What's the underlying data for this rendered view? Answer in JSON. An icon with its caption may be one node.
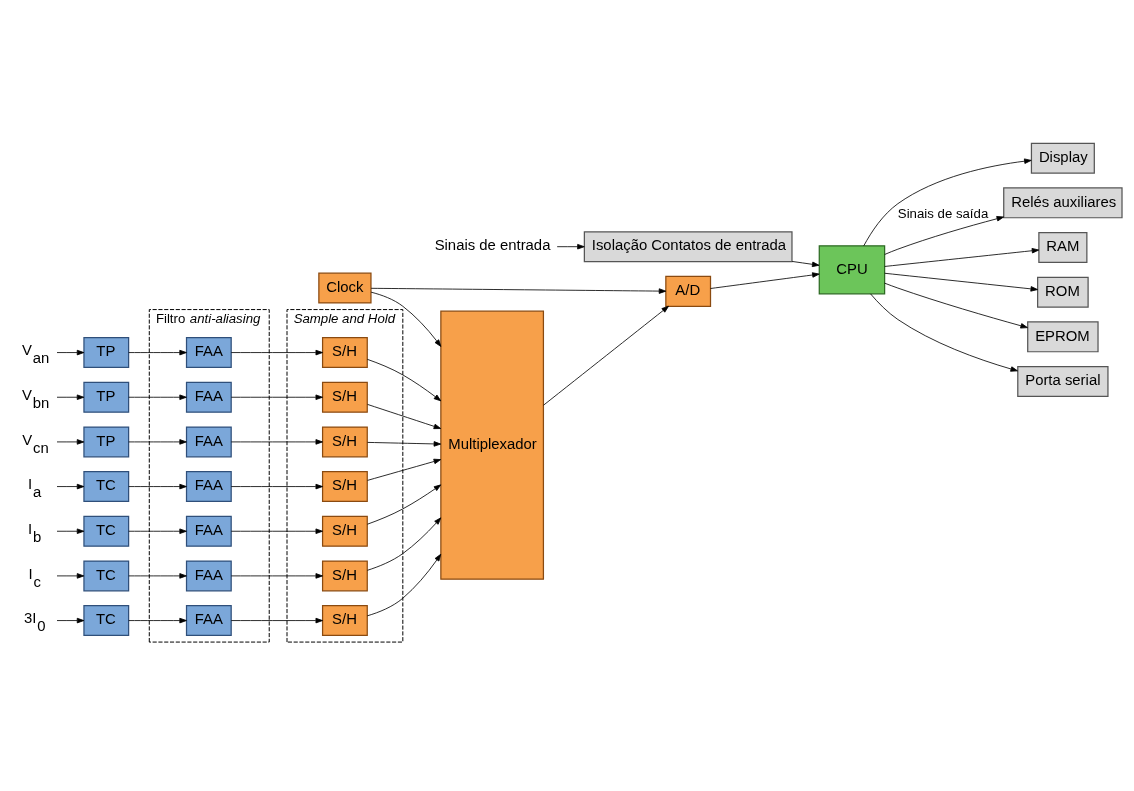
{
  "diagram": {
    "nodes": [
      {
        "text": [
          "Filtro *anti-aliasing*"
        ]
      },
      {
        "text": [
          "Sample and Hold"
        ]
      },
      {
        "text": [
          "V$_{an}$"
        ]
      },
      {
        "text": [
          "V$_{bn}$"
        ]
      },
      {
        "text": [
          "V$_{cn}$"
        ]
      },
      {
        "text": [
          "I$_{a}$"
        ]
      },
      {
        "text": [
          "I$_{b}$"
        ]
      },
      {
        "text": [
          "I$_{c}$"
        ]
      },
      {
        "text": [
          "3I$_{0}$"
        ]
      },
      {
        "text": [
          "TP"
        ]
      },
      {
        "text": [
          "TP"
        ]
      },
      {
        "text": [
          "TP"
        ]
      },
      {
        "text": [
          "TC"
        ]
      },
      {
        "text": [
          "TC"
        ]
      },
      {
        "text": [
          "TC"
        ]
      },
      {
        "text": [
          "TC"
        ]
      },
      {
        "text": [
          "FAA"
        ],
        "in": 0
      },
      {
        "text": [
          "FAA"
        ],
        "in": 0
      },
      {
        "text": [
          "FAA"
        ],
        "in": 0
      },
      {
        "text": [
          "FAA"
        ],
        "in": 0
      },
      {
        "text": [
          "FAA"
        ],
        "in": 0
      },
      {
        "text": [
          "FAA"
        ],
        "in": 0
      },
      {
        "text": [
          "FAA"
        ],
        "in": 0
      },
      {
        "text": [
          "S/H"
        ],
        "in": 1
      },
      {
        "text": [
          "S/H"
        ],
        "in": 1
      },
      {
        "text": [
          "S/H"
        ],
        "in": 1
      },
      {
        "text": [
          "S/H"
        ],
        "in": 1
      },
      {
        "text": [
          "S/H"
        ],
        "in": 1
      },
      {
        "text": [
          "S/H"
        ],
        "in": 1
      },
      {
        "text": [
          "S/H"
        ],
        "in": 1
      },
      {
        "text": [
          "Multiplexador"
        ]
      },
      {
        "text": [
          "Clock"
        ]
      },
      {
        "text": [
          "A/D"
        ]
      },
      {
        "text": [
          "Display"
        ]
      },
      {
        "text": [
          "CPU"
        ]
      },
      {
        "text": [
          "Relés auxiliares"
        ]
      },
      {
        "text": [
          "RAM"
        ]
      },
      {
        "text": [
          "ROM"
        ]
      },
      {
        "text": [
          "EPROM"
        ]
      },
      {
        "text": [
          "Isolação Contatos de entrada"
        ]
      },
      {
        "text": [
          "Sinais de entrada"
        ]
      },
      {
        "text": [
          "Porta serial"
        ]
      }
    ],
    "edges": [
      {
        "from": 2,
        "to": 9,
        "arrow": "to"
      },
      {
        "from": 3,
        "to": 10,
        "arrow": "to"
      },
      {
        "from": 4,
        "to": 11,
        "arrow": "to"
      },
      {
        "from": 5,
        "to": 12,
        "arrow": "to"
      },
      {
        "from": 6,
        "to": 13,
        "arrow": "to"
      },
      {
        "from": 7,
        "to": 14,
        "arrow": "to"
      },
      {
        "from": 8,
        "to": 15,
        "arrow": "to"
      },
      {
        "from": 9,
        "to": 16,
        "arrow": "to"
      },
      {
        "from": 10,
        "to": 17,
        "arrow": "to"
      },
      {
        "from": 11,
        "to": 18,
        "arrow": "to"
      },
      {
        "from": 12,
        "to": 19,
        "arrow": "to"
      },
      {
        "from": 13,
        "to": 20,
        "arrow": "to"
      },
      {
        "from": 14,
        "to": 21,
        "arrow": "to"
      },
      {
        "from": 15,
        "to": 22,
        "arrow": "to"
      },
      {
        "from": 16,
        "to": 23,
        "arrow": "to"
      },
      {
        "from": 17,
        "to": 24,
        "arrow": "to"
      },
      {
        "from": 18,
        "to": 25,
        "arrow": "to"
      },
      {
        "from": 19,
        "to": 26,
        "arrow": "to"
      },
      {
        "from": 20,
        "to": 27,
        "arrow": "to"
      },
      {
        "from": 21,
        "to": 28,
        "arrow": "to"
      },
      {
        "from": 22,
        "to": 29,
        "arrow": "to"
      },
      {
        "from": 23,
        "to": 30,
        "arrow": "to"
      },
      {
        "from": 24,
        "to": 30,
        "arrow": "to"
      },
      {
        "from": 25,
        "to": 30,
        "arrow": "to"
      },
      {
        "from": 26,
        "to": 30,
        "arrow": "to"
      },
      {
        "from": 27,
        "to": 30,
        "arrow": "to"
      },
      {
        "from": 28,
        "to": 30,
        "arrow": "to"
      },
      {
        "from": 29,
        "to": 30,
        "arrow": "to"
      },
      {
        "from": 31,
        "to": 30,
        "arrow": "to"
      },
      {
        "from": 31,
        "to": 32,
        "arrow": "to"
      },
      {
        "from": 30,
        "to": 32,
        "arrow": "to"
      },
      {
        "from": 32,
        "to": 34,
        "arrow": "to"
      },
      {
        "from": 34,
        "to": 33,
        "arrow": "to"
      },
      {
        "from": 34,
        "to": 35,
        "label": "Sinais de saída",
        "arrow": "to"
      },
      {
        "from": 34,
        "to": 36,
        "arrow": "to"
      },
      {
        "from": 34,
        "to": 37,
        "arrow": "to"
      },
      {
        "from": 34,
        "to": 38,
        "arrow": "to"
      },
      {
        "from": 34,
        "to": 41,
        "arrow": "to"
      },
      {
        "from": 39,
        "to": 34,
        "arrow": "to"
      },
      {
        "from": 40,
        "to": 39,
        "arrow": "to"
      }
    ]
  }
}
